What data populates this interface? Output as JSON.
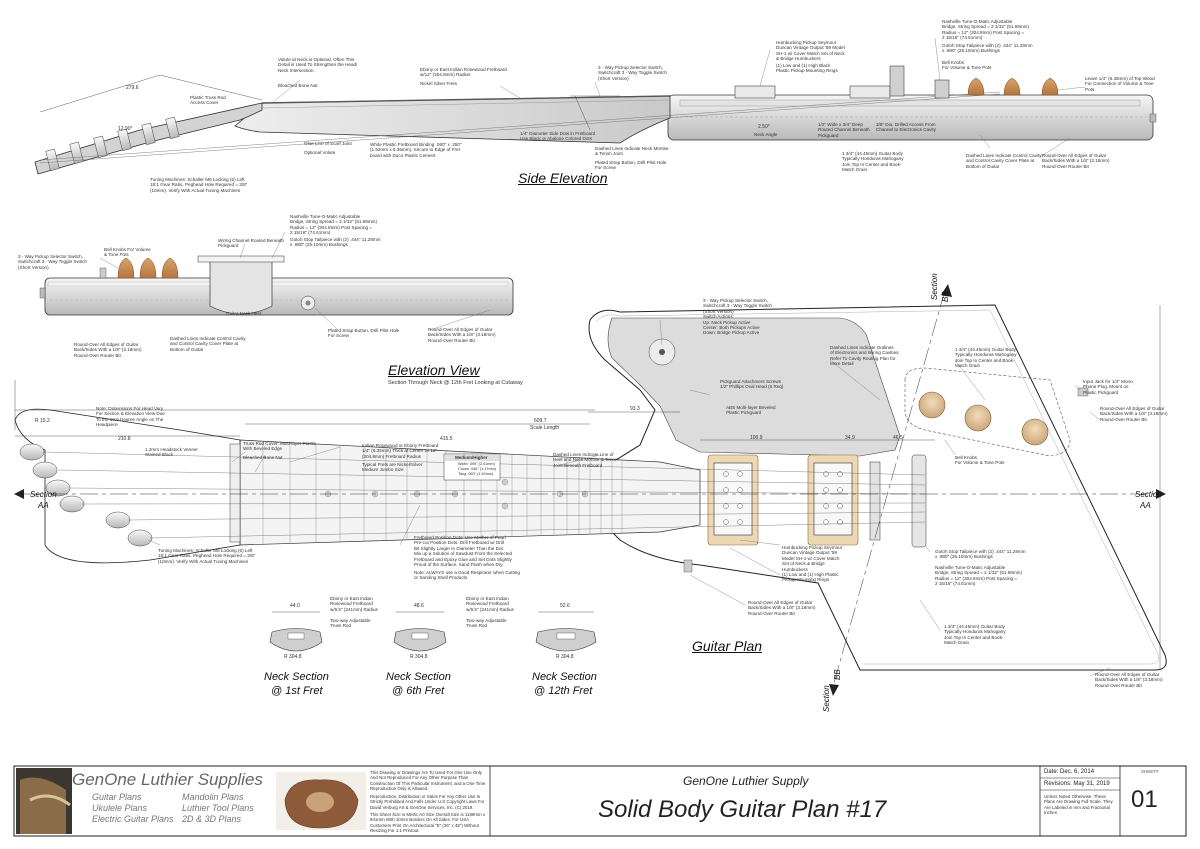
{
  "views": {
    "side_elevation": "Side Elevation",
    "elevation_view": "Elevation View",
    "elevation_subtitle": "Section Through Neck @ 12th Fret Looking at Cutaway",
    "guitar_plan": "Guitar Plan",
    "neck_sections": [
      {
        "line1": "Neck Section",
        "line2": "@ 1st Fret"
      },
      {
        "line1": "Neck Section",
        "line2": "@ 6th Fret"
      },
      {
        "line1": "Neck Section",
        "line2": "@ 12th Fret"
      }
    ],
    "section_aa": "Section",
    "aa": "AA",
    "section_bb": "Section",
    "bb": "BB"
  },
  "dimensions": {
    "d1": "609.7",
    "d2": "Scale Length",
    "d3": "415.5",
    "d4": "93.3",
    "d5": "100.9",
    "d6": "34.9",
    "d7": "46.5",
    "d8": "210.8",
    "d9": "44.0",
    "d10": "48.6",
    "d11": "52.6",
    "d12": "R 304.8",
    "d13": "279.6",
    "d14": "12.90°",
    "d15": "2.50°",
    "d16": "R 15.2"
  },
  "notes": {
    "n1": "Volute at Neck is Optional. Often This\nDetail is Used To Strengthen the Head/\nNeck Intersection.",
    "n2": "Bleached Bone Nut",
    "n3": "Plastic Truss Rod\nAccess Cover",
    "n4": "Ebony or East Indian Rosewood Fretboard\nw/12\" (304.8mm) Radius",
    "n5": "Nickel Silver Frets",
    "n6": "3 - Way Pickup Selector Switch,\nSwitchcraft 3 - Way Toggle Switch\n(Short Version)",
    "n7": "Humbucking Pickup Seymour\nDuncan Vintage Output '59 Model\nSH-1 w/ Cover Match Set of Neck\n& Bridge Humbuckers",
    "n8": "(1) Low and (1) High Black\nPlastic Pickup Mounting Rings",
    "n9": "Nashville Tune-O-Matic Adjustable\nBridge, String Spread = 2 1/32\" (51.59mm)\nRadius = 12\" (304.8mm) Post Spacing =\n2 15/16\" (74.61mm)",
    "n10": "Gotoh Stop Tailpiece with (2) .444\" 11.28mm\nx .980\" (25.10mm) Bushings",
    "n11": "Bell Knobs\nFor Volume & Tone Pots",
    "n12": "Leave 1/4\" (6.35mm) of Top Wood\nFor Connection of Volume & Tone\nPots",
    "n13": "Glue Line of Scarf Joint",
    "n14": "Optional Volute",
    "n15": "White Plastic Fretboard Binding .060\" x .250\"\n(1.52mm x 6.35mm). Secure to Edge of Fret\nboard with Duco Plastic Cement",
    "n16": "1/4\" Diameter Side Dots in Fretboard\nUse Black or Abalone Colored Dots",
    "n17": "Dashed Lines Indicate Neck Mortise\n& Tenon Joint",
    "n18": "Plated Strap Button, Drill Pilot Hole\nFor Screw",
    "n19": "1/2\" Wide x 3/4\" Deep\nRouted Channel Beneath\nPickguard",
    "n20": "3/8\" Dia. Drilled Access From\nChannel to Electronics Cavity",
    "n21": "Neck Angle",
    "n22": "Dashed Lines Indicate Control Cavity\nand Control Cavity Cover Plate at\nBottom of Guitar",
    "n23": "Round-Over All Edges of Guitar\nBack/Sides With a 1/8\" (3.18mm)\nRound-Over Router Bit",
    "n24": "1 3/4\" (44.45mm) Guitar Body\nTypically Honduras Mahogany\nJoin Top In Center and Book-\nMatch Grain",
    "n25": "Tuning Machines: Schaller M6 Locking (6) Left\n18:1 Gear Ratio. Peghead Hole Required = 3/8\"\n(10mm). Verify With Actual Tuning Machines",
    "n26": "Wiring Channel Routed Beneath\nPickguard",
    "n27": "Bell Knobs For Volume\n& Tone Pots",
    "n28": "3 - Way Pickup Selector Switch,\nSwitchcraft 3 - Way Toggle Switch\n(Short Version)",
    "n29": "Guitar Neck Heel",
    "n30": "Plated Strap Button, Drill Pilot Hole\nFor Screw",
    "n31": "Note: Dimensions For Head Vary\nFor Section & Elevation View Due\nTo the 12.9 Degree Angle on The\nHeadpiece",
    "n32": "1.2mm Headstock Veneer\nStained Black",
    "n33": "Truss Rod Cover: Multi-layer Plastic\nWith Beveled Edge",
    "n34": "Bleached Bone Nut",
    "n35": "Indian Rosewood or Ebony Fretboard\n1/4\" (6.35mm) Thick at Center w/ 12\"\n(304.8mm) Fretboard Radius",
    "n36": "Typical Frets are Nickel/Silver\nMedium Jumbo Size",
    "n37": "Dashed Lines Indicate Line of\nHeel and Neck Mortise & Tenon\nJoint Beneath Fretboard",
    "n38": "3 - Way Pickup Selector Switch,\nSwitchcraft 3 - Way Toggle Switch\n(Short Version)\n    Switch Actions:\nUp: Neck Pickup Active\nCenter: Both Pickups Active\nDown: Bridge Pickup Active",
    "n39": "Pickguard Attachment Screws\n1/2\" Phillips Oval Head (6 Req)",
    "n40": "ABS Multi-layer Beveled\nPlastic Pickguard",
    "n41": "Dashed Lines Indicate Outlines\nof Electronics and Wiring Cavities.\nRefer To Cavity Routing Plan for\nMore Detail",
    "n42": "Input Jack for 1/4\" Mono\nPhone Plug, Mount on\nPlastic Pickguard",
    "n43": "Round-Over All Edges of Guitar\nBack/Sides With a 1/8\" (3.18mm)\nRound-Over Router Bit",
    "n44": "Bell Knobs\nFor Volume & Tone Pots",
    "n45": "Fretboard Position Dots: Use Mother of Pearl\nPre-cut Position Dots. Drill Fretboard w/ Drill\nBit Slightly Larger In Diameter Than the Dot.\nMix up a Solution of Sawdust From the Selected\nFretboard and Epoxy Glue and Set Dots Slightly\nProud of the Surface. Sand Flush when Dry.",
    "n46": "Note: ALWAYS use a Good Respirator when Cutting\nor Sanding Shell Products",
    "n47": "Humbucking Pickup Seymour\nDuncan Vintage Output '59\nModel SH-1 w/ Cover Match\nSet of Neck & Bridge\nHumbuckers",
    "n48": "(1) Low and (1) High Plastic\nPickup Mounting Rings",
    "n49": "Gotoh Stop Tailpiece with (2) .444\" 11.28mm\nx .980\" (25.10mm) Bushings",
    "n50": "Nashville Tune-O-Matic Adjustable\nBridge, String Spread = 2 1/32\" (51.59mm)\nRadius = 12\" (304.8mm) Post Spacing =\n2 15/16\" (74.61mm)",
    "n51": "Round-Over All Edges of Guitar\nBack/Sides With a 1/8\" (3.18mm)\nRound-Over Router Bit",
    "n52": "1 3/4\" (44.45mm) Guitar Body\nTypically Honduras Mahogany\nJoin Top In Center and Book-\nMatch Grain",
    "n53": "Round-Over All Edges of Guitar\nBack/Sides With a 1/8\" (3.18mm)\nRound-Over Router Bit",
    "n54": "Tuning Machines: Schaller M6 Locking (6) Left\n18:1 Gear Ratio. Peghead Hole Required = 3/8\"\n(10mm). Verify With Actual Tuning Machines",
    "n55": "Ebony or East Indian\nRosewood Fretboard\nw/9.5\" (241mm) Radius",
    "n56": "Two-way Adjustable\nTruss Rod",
    "n57": "Ebony or East Indian\nRosewood Fretboard\nw/9.5\" (241mm) Radius",
    "n58": "Ebony or East Indian\nRosewood Fretboard\nw/9.5\" (241mm) Radius",
    "n59": "Two-way Adjustable\nTruss Rod",
    "n60": "Round-Over All Edges of Guitar\nBack/Sides With a 1/8\" (3.18mm)\nRound-Over Router Bit",
    "n61": "Dashed Lines Indicate Control Cavity\nand Control Cavity Cover Plate at\nBottom of Guitar",
    "n62": "Round-Over All Edges of Guitar\nBack/Sides With a 1/8\" (3.18mm)\nRound-Over Router Bit"
  },
  "fret_label": {
    "title": "Medium/Higher",
    "l1": "Width .095\" (2.41mm)",
    "l2": "Crown .046\" (1.17mm)",
    "l3": "Tang .060\" (1.52mm)"
  },
  "title_block": {
    "company": "GenOne Luthier Supplies",
    "col1": [
      "Guitar Plans",
      "Ukulele Plans",
      "Electric Guitar Plans"
    ],
    "col2": [
      "Mandolin Plans",
      "Luthier Tool Plans",
      "2D & 3D Plans"
    ],
    "disclaimer1": "This Drawing or Drawings Are To Used For One Use Only\nAnd Not Reproduced For Any Other Purpose Than\nConstruction Of This Particular Instrument, and a One Time\nReproduction Only is Allowed.",
    "disclaimer2": "Reproduction, Distribution or Sales For Any Other Use Is\nStrictly Prohibited And Falls Under U.S Copyright Laws For\nDavid Verburg Art & GenOne Services, Inc. (C) 2019.",
    "disclaimer3": "This Sheet Size is Metric A0 Size Overall Size is 1189mm x\n841mm With 10mm Borders On All Sides. For USA\nCustomers Print On Architectural \"E\" (36\" x 48\") Without\nResizing For 1:1 Printout.",
    "supply": "GenOne Luthier Supply",
    "plan_title": "Solid Body Guitar Plan #17",
    "date": "Date: Dec. 6, 2014",
    "revisions": "Revisions: May 31, 2019",
    "units_note": "Unless Noted Otherwise, These\nPlans Are Drawing Full Scale. They\nAre Labeled in mm and Fractional\nInches",
    "sheet_label": "SHEET#",
    "sheet_num": "01"
  }
}
